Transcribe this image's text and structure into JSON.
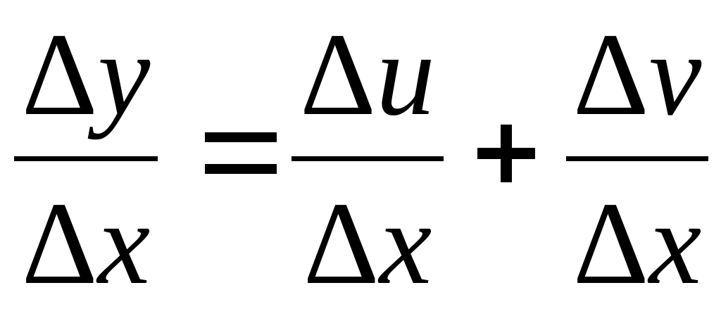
{
  "equation": {
    "lhs": {
      "numerator": {
        "delta": "Δ",
        "var": "y"
      },
      "denominator": {
        "delta": "Δ",
        "var": "x"
      }
    },
    "equals": "=",
    "term1": {
      "numerator": {
        "delta": "Δ",
        "var": "u"
      },
      "denominator": {
        "delta": "Δ",
        "var": "x"
      }
    },
    "plus": "+",
    "term2": {
      "numerator": {
        "delta": "Δ",
        "var": "v"
      },
      "denominator": {
        "delta": "Δ",
        "var": "x"
      }
    }
  }
}
